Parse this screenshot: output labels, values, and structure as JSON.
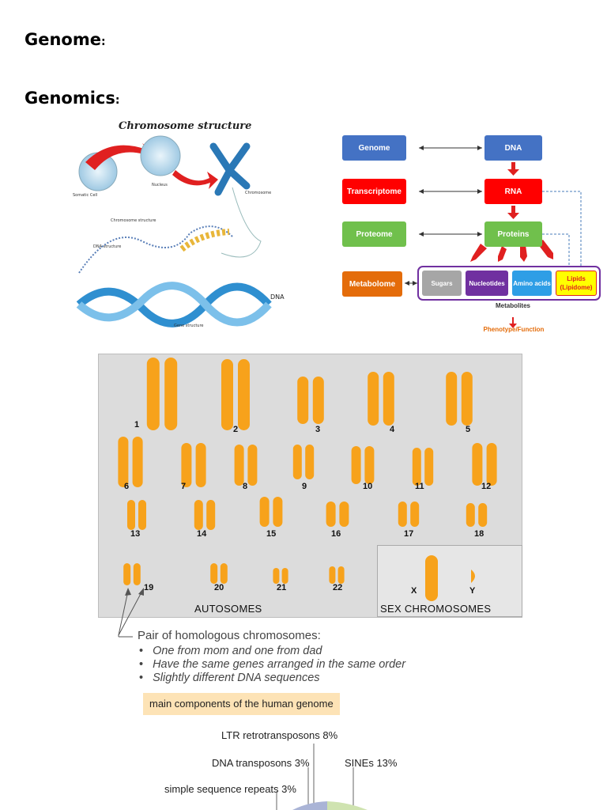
{
  "headings": {
    "genome": "Genome",
    "genome_colon": ":",
    "genomics": "Genomics",
    "genomics_colon": ":"
  },
  "chromosome_figure": {
    "title": "Chromosome structure",
    "labels": {
      "somatic_cell": "Somatic Cell",
      "nucleus": "Nucleus",
      "chromosome": "Chromosome",
      "chromosome_structure": "Chromosome structure",
      "dna_structure": "DNA structure",
      "dna": "DNA",
      "gene_structure": "Gene structure"
    }
  },
  "omics_flow": {
    "boxes": {
      "genome": "Genome",
      "dna": "DNA",
      "transcriptome": "Transcriptome",
      "rna": "RNA",
      "proteome": "Proteome",
      "proteins": "Proteins",
      "metabolome": "Metabolome",
      "sugars": "Sugars",
      "nucleotides": "Nucleotides",
      "amino_acids": "Amino acids",
      "lipids": "Lipids (Lipidome)"
    },
    "metabolites": "Metabolites",
    "phenotype": "Phenotype/Function",
    "colors": {
      "blue": "#4472c4",
      "red": "#ff0000",
      "green": "#70c04c",
      "orange": "#e46c0a",
      "gray": "#a6a6a6",
      "purple": "#7030a0",
      "light_blue": "#2e9ee6",
      "yellow": "#ffff00"
    }
  },
  "karyotype": {
    "numbers": [
      "1",
      "2",
      "3",
      "4",
      "5",
      "6",
      "7",
      "8",
      "9",
      "10",
      "11",
      "12",
      "13",
      "14",
      "15",
      "16",
      "17",
      "18",
      "19",
      "20",
      "21",
      "22"
    ],
    "autosomes_label": "AUTOSOMES",
    "sex_label": "SEX CHROMOSOMES",
    "x_label": "X",
    "y_label": "Y",
    "chromosome_color": "#f7a21b"
  },
  "homologous": {
    "title": "Pair of homologous chromosomes:",
    "bullets": [
      "One from mom and one from dad",
      "Have the same genes arranged in the same order",
      "Slightly different DNA sequences"
    ]
  },
  "genome_components": {
    "heading": "main components of the human genome",
    "labels": {
      "ltr": "LTR retrotransposons 8%",
      "dna_transposons": "DNA transposons 3%",
      "sines": "SINEs 13%",
      "simple_repeats": "simple sequence repeats 3%"
    }
  }
}
